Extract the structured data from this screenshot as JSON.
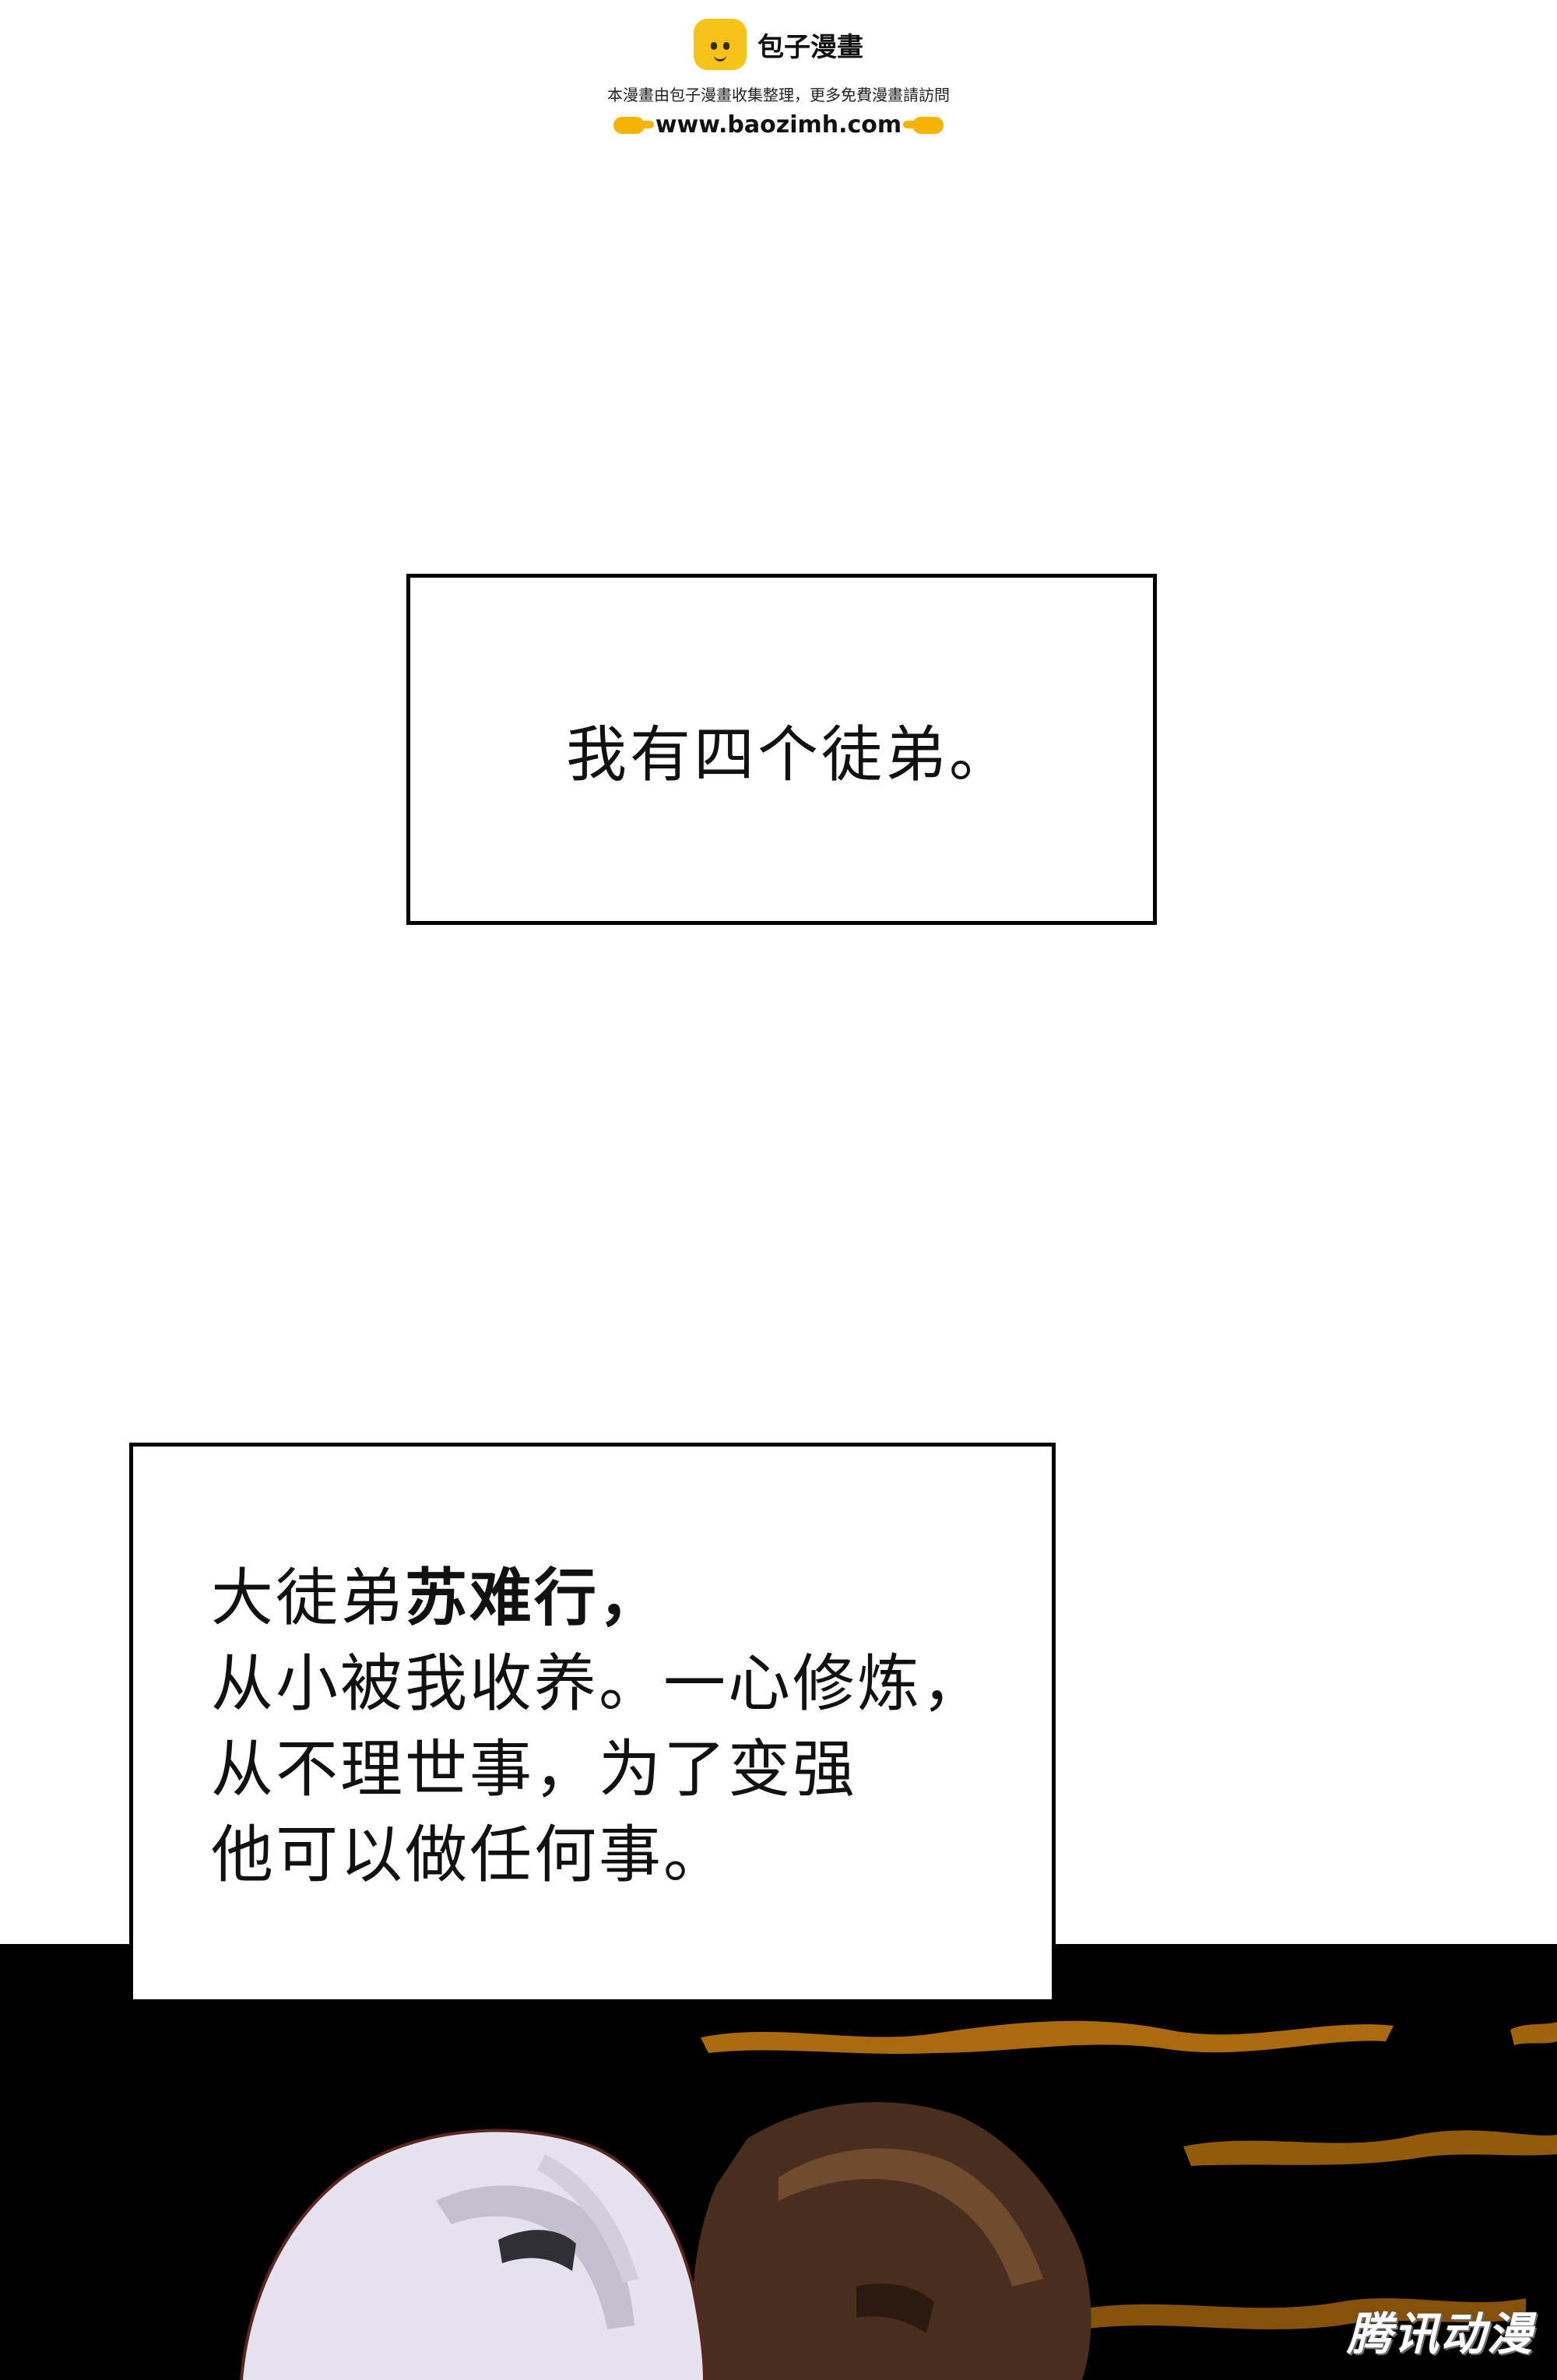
{
  "watermark": {
    "brand": "包子漫畫",
    "note": "本漫畫由包子漫畫收集整理，更多免費漫畫請訪問",
    "url": "www.baozimh.com",
    "logo_icon": "bun-face-icon",
    "pointer_icons": [
      "hand-point-right-icon",
      "hand-point-left-icon"
    ],
    "logo_color": "#f7c21a"
  },
  "caption1": {
    "text": "我有四个徒弟。"
  },
  "caption2": {
    "line1_prefix": "大徒弟",
    "line1_name": "苏难行",
    "line1_suffix": "，",
    "line2": "从小被我收养。一心修炼，",
    "line3": "从不理世事，为了变强",
    "line4": "他可以做任何事。"
  },
  "publisher_mark": "腾讯动漫",
  "colors": {
    "panel_background": "#000000",
    "ember": "#d9901a",
    "hair_white": "#e9e6ee",
    "hair_dark": "#5a3a26"
  }
}
